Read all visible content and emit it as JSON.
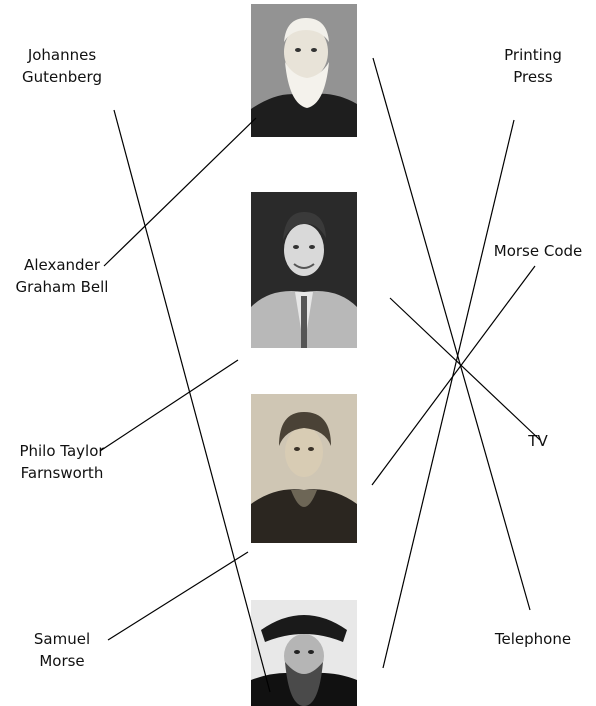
{
  "people": [
    {
      "line1": "Johannes",
      "line2": "Gutenberg"
    },
    {
      "line1": "Alexander",
      "line2": "Graham Bell"
    },
    {
      "line1": "Philo Taylor",
      "line2": "Farnsworth"
    },
    {
      "line1": "Samuel",
      "line2": "Morse"
    }
  ],
  "inventions": [
    {
      "line1": "Printing",
      "line2": "Press"
    },
    {
      "line1": "Morse Code",
      "line2": ""
    },
    {
      "line1": "TV",
      "line2": ""
    },
    {
      "line1": "Telephone",
      "line2": ""
    }
  ],
  "photos": [
    {
      "subject": "alexander-graham-bell-photo"
    },
    {
      "subject": "philo-farnsworth-photo"
    },
    {
      "subject": "samuel-morse-photo"
    },
    {
      "subject": "johannes-gutenberg-photo"
    }
  ]
}
